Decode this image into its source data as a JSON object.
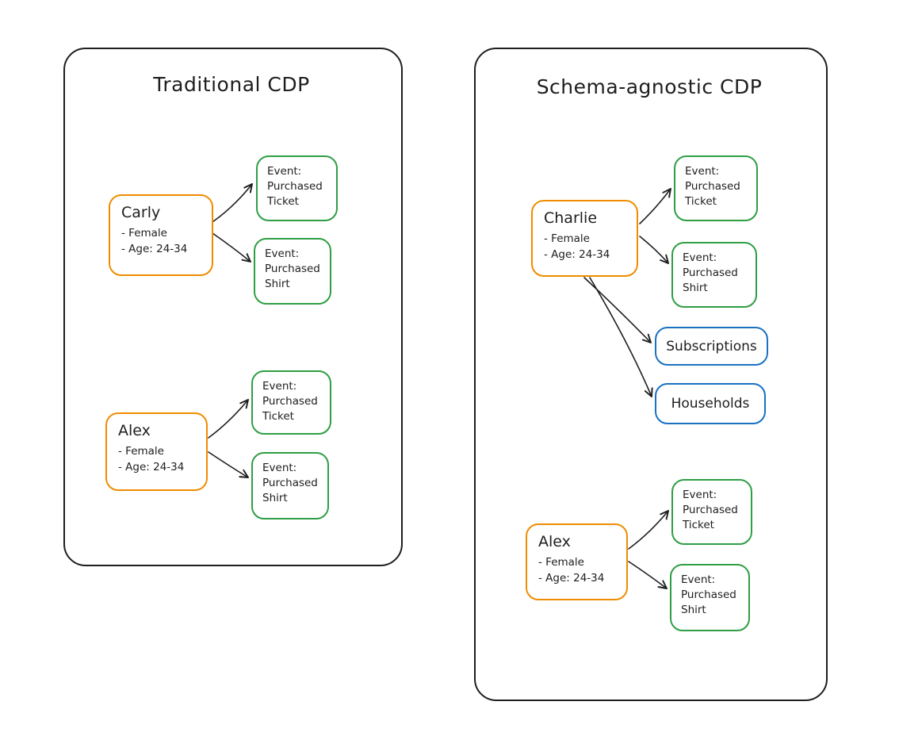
{
  "colors": {
    "ink": "#1e1e1e",
    "person_border": "#f08c00",
    "event_border": "#2f9e44",
    "entity_border": "#1971c2"
  },
  "left": {
    "title": "Traditional CDP",
    "carly": {
      "name": "Carly",
      "attr1": "- Female",
      "attr2": "- Age: 24-34"
    },
    "carly_ticket": "Event:\nPurchased\nTicket",
    "carly_shirt": "Event:\nPurchased\nShirt",
    "alex": {
      "name": "Alex",
      "attr1": "- Female",
      "attr2": "- Age: 24-34"
    },
    "alex_ticket": "Event:\nPurchased\nTicket",
    "alex_shirt": "Event:\nPurchased\nShirt"
  },
  "right": {
    "title": "Schema-agnostic CDP",
    "charlie": {
      "name": "Charlie",
      "attr1": "- Female",
      "attr2": "- Age: 24-34"
    },
    "charlie_ticket": "Event:\nPurchased\nTicket",
    "charlie_shirt": "Event:\nPurchased\nShirt",
    "subscriptions": "Subscriptions",
    "households": "Households",
    "alex": {
      "name": "Alex",
      "attr1": "- Female",
      "attr2": "- Age: 24-34"
    },
    "alex_ticket": "Event:\nPurchased\nTicket",
    "alex_shirt": "Event:\nPurchased\nShirt"
  }
}
